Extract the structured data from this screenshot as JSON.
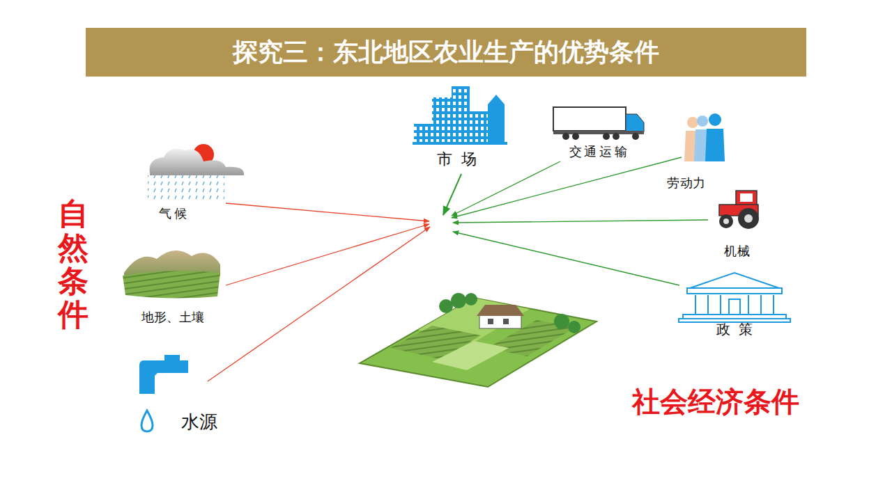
{
  "diagram": {
    "title": "探究三：东北地区农业生产的优势条件",
    "labels": [
      "自然条件",
      "气候",
      "地形、土壤",
      "水源",
      "市场",
      "交通运输",
      "劳动力",
      "机械",
      "政策",
      "社会经济条件"
    ]
  }
}
